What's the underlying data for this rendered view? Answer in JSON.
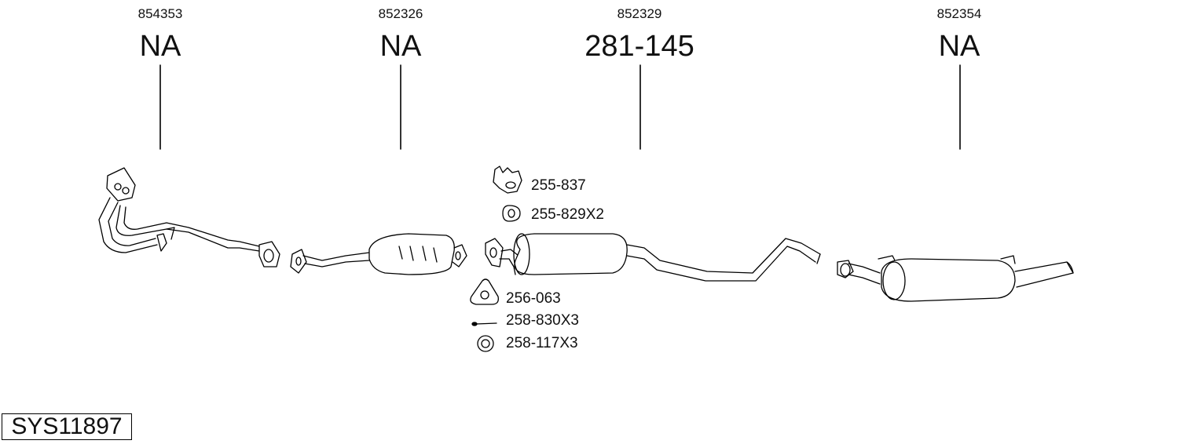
{
  "components": [
    {
      "code": "854353",
      "ref": "NA"
    },
    {
      "code": "852326",
      "ref": "NA"
    },
    {
      "code": "852329",
      "ref": "281-145"
    },
    {
      "code": "852354",
      "ref": "NA"
    }
  ],
  "fittings": [
    {
      "label": "255-837",
      "icon": "rubber-hanger-icon"
    },
    {
      "label": "255-829X2",
      "icon": "rubber-ring-icon"
    },
    {
      "label": "256-063",
      "icon": "gasket-icon"
    },
    {
      "label": "258-830X3",
      "icon": "bolt-icon"
    },
    {
      "label": "258-117X3",
      "icon": "washer-icon"
    }
  ],
  "system_id": "SYS11897"
}
